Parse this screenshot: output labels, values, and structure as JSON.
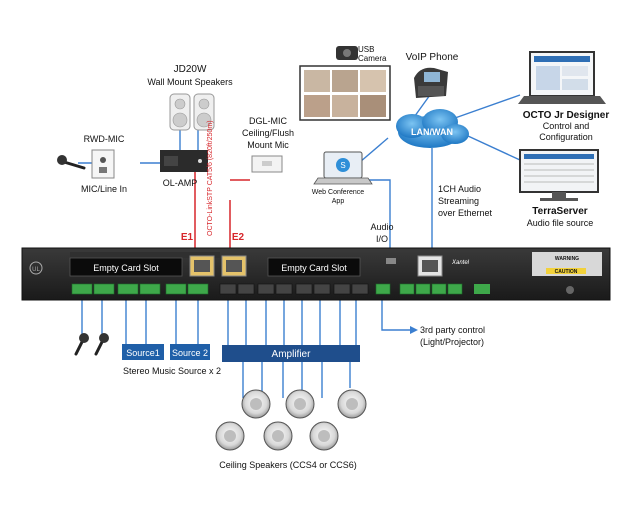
{
  "labels": {
    "jd20w": "JD20W",
    "jd20w_sub": "Wall Mount Speakers",
    "rwd_mic": "RWD-MIC",
    "mic_line": "MIC/Line In",
    "ol_amp": "OL-AMP",
    "dgl_mic_1": "DGL-MIC",
    "dgl_mic_2": "Ceiling/Flush",
    "dgl_mic_3": "Mount Mic",
    "usb_cam_1": "USB",
    "usb_cam_2": "Camera",
    "webconf_1": "Web Conference",
    "webconf_2": "App",
    "voip": "VoIP Phone",
    "lanwan": "LAN/WAN",
    "octo_jr_1": "OCTO Jr Designer",
    "octo_jr_2": "Control and",
    "octo_jr_3": "Configuration",
    "terra_1": "TerraServer",
    "terra_2": "Audio file source",
    "stream_1": "1CH Audio",
    "stream_2": "Streaming",
    "stream_3": "over Ethernet",
    "audio_io_1": "Audio",
    "audio_io_2": "I/O",
    "e1": "E1",
    "e2": "E2",
    "cat_label": "OCTO-LinkSTP CAT5/6 (820ft/250m)",
    "slot_left": "Empty Card Slot",
    "slot_right": "Empty Card Slot",
    "third_party_1": "3rd party control",
    "third_party_2": "(Light/Projector)",
    "source1": "Source1",
    "source2": "Source 2",
    "amplifier": "Amplifier",
    "stereo": "Stereo Music Source x 2",
    "ceiling": "Ceiling Speakers (CCS4 or CCS6)",
    "brand": "Xantel",
    "warning": "WARNING",
    "caution": "CAUTION"
  },
  "colors": {
    "network_cloud": "#2f8fd8",
    "amplifier_blue": "#1f4e8c",
    "source_blue": "#1f5fa8",
    "red_line": "#d7262b",
    "device_body": "#2a2a2a",
    "terminal_green": "#3ea84a"
  },
  "icons": [
    "microphone-icon",
    "speaker-icon",
    "laptop-icon",
    "monitor-icon",
    "phone-icon",
    "camera-icon",
    "cloud-icon",
    "ceiling-speaker-icon"
  ]
}
